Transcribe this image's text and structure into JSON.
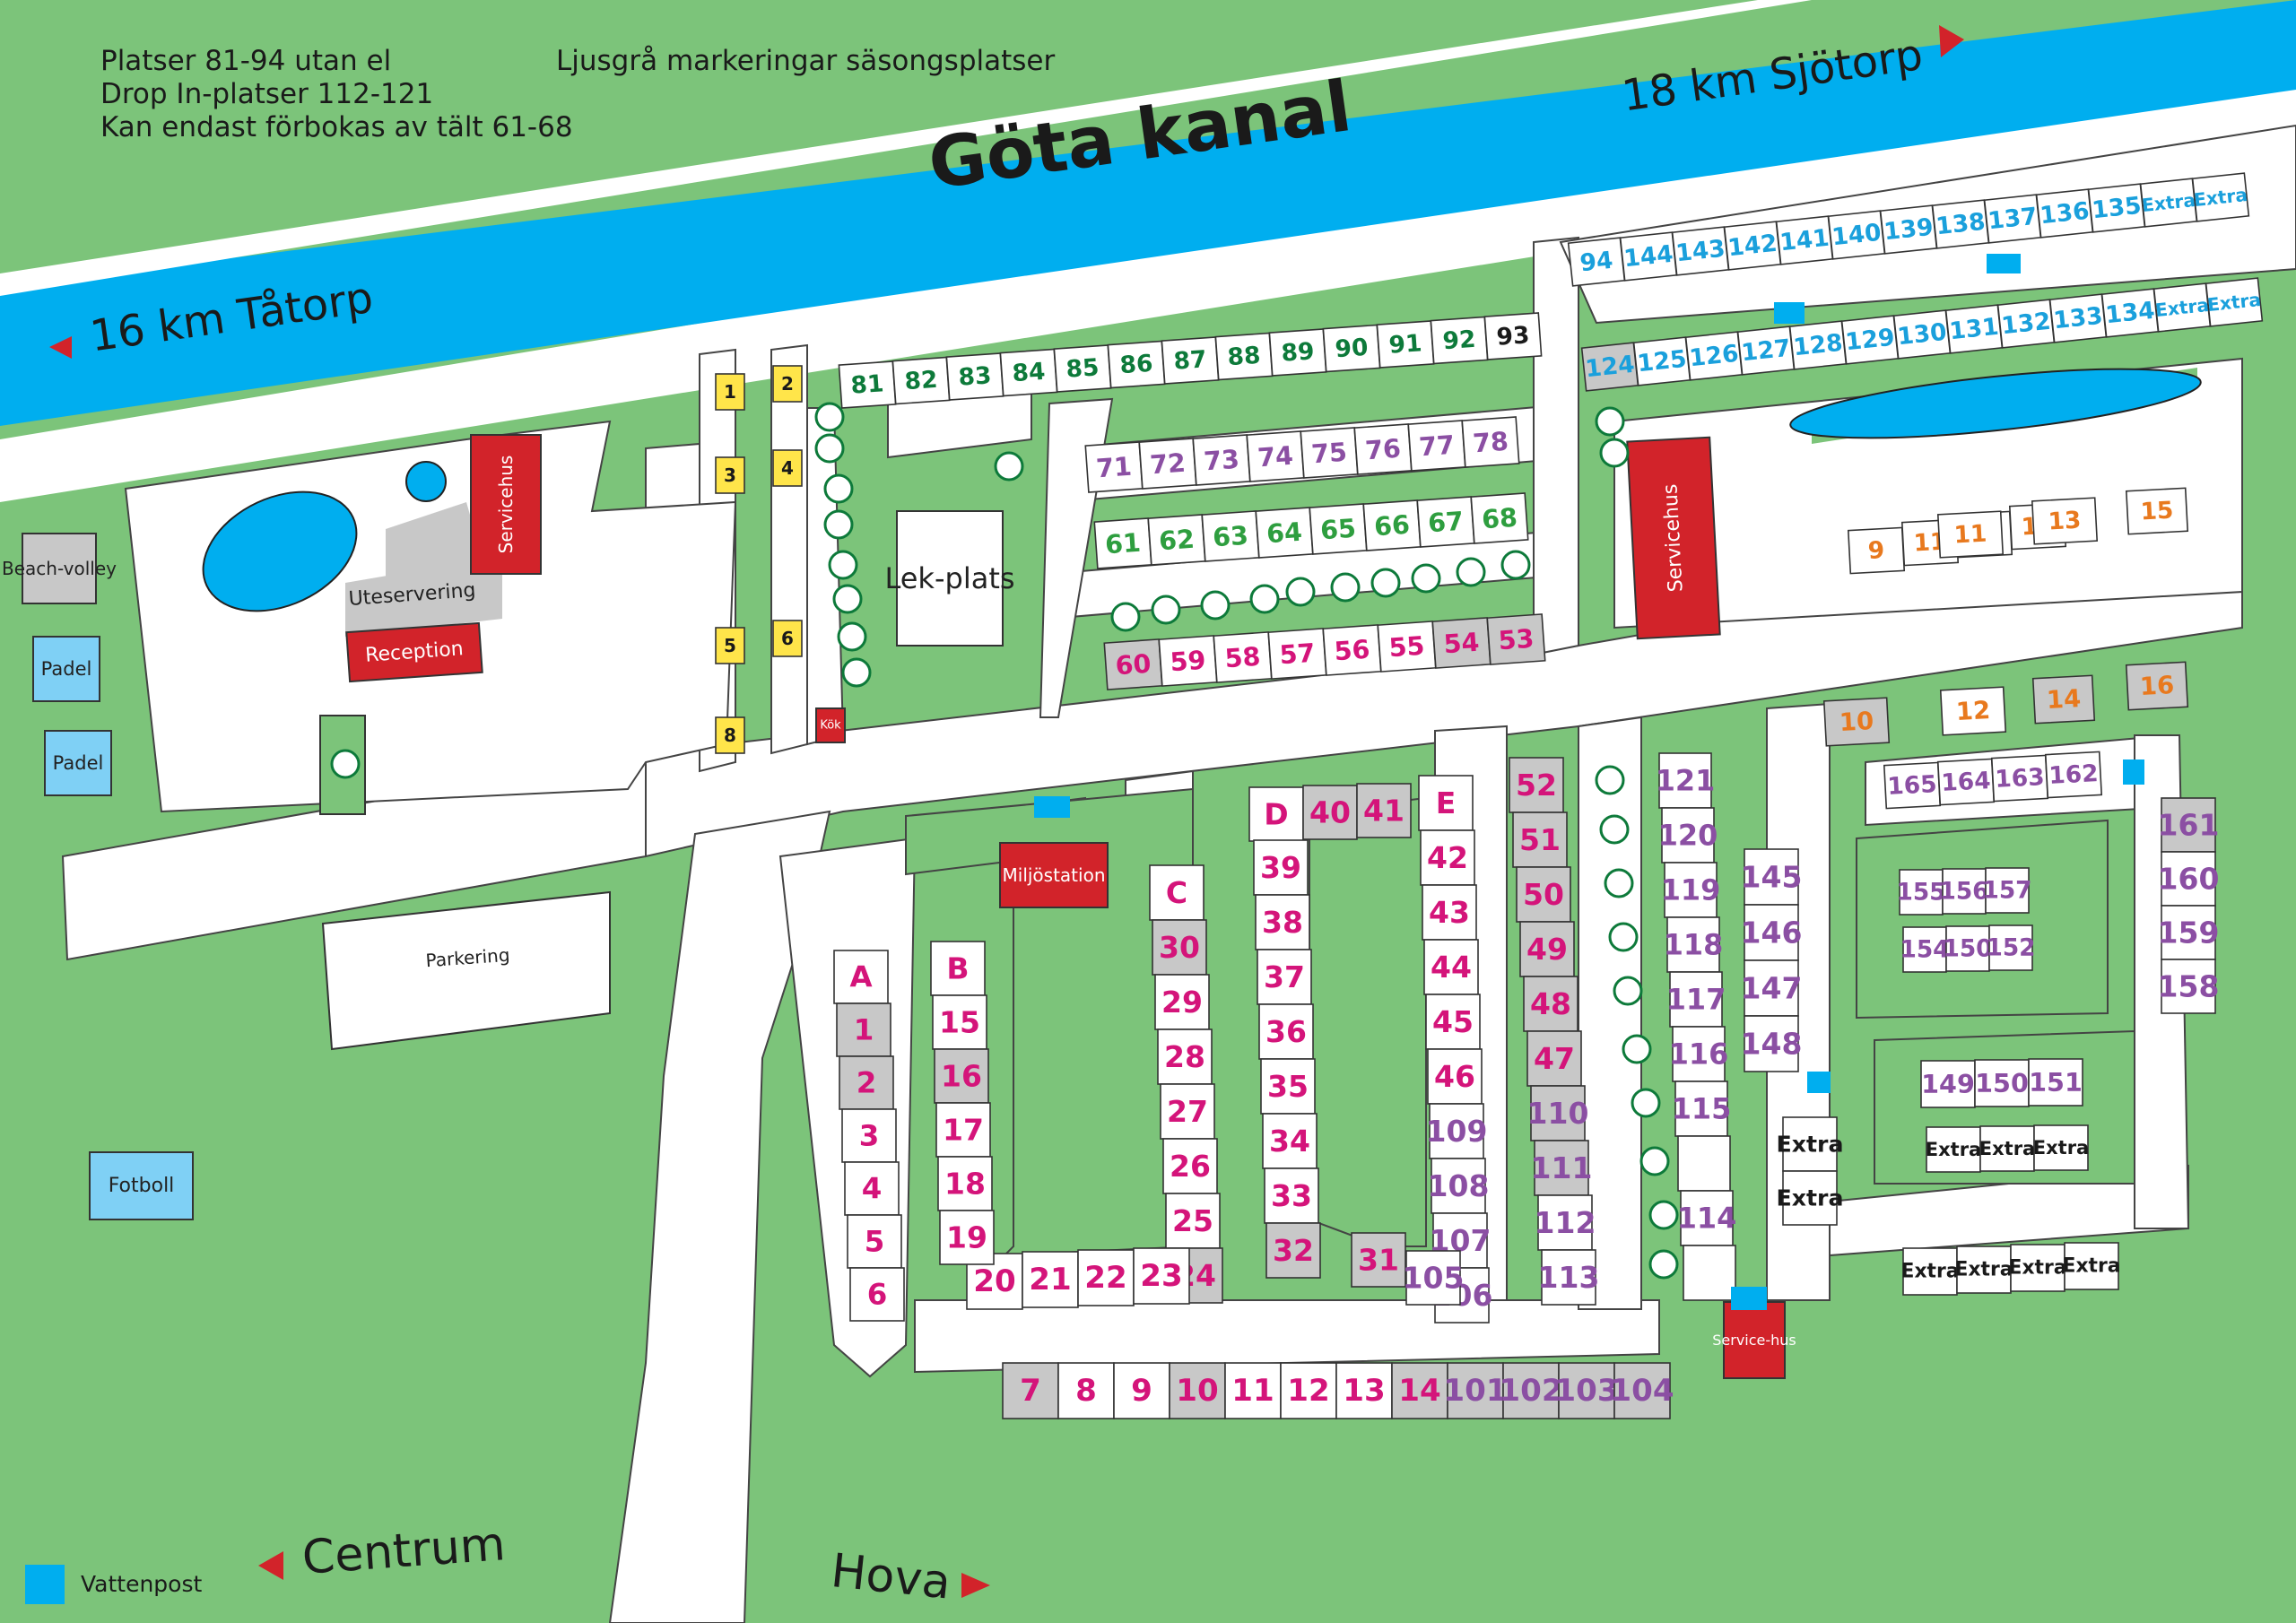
{
  "notes": {
    "line1": "Platser 81-94 utan el",
    "line2": "Drop In-platser 112-121",
    "line3": "Kan endast förbokas av tält 61-68",
    "seasonal": "Ljusgrå markeringar säsongsplatser"
  },
  "canal": {
    "name": "Göta kanal"
  },
  "directions": {
    "sjotorp": "18 km Sjötorp",
    "tatorp": "16 km Tåtorp",
    "centrum": "Centrum",
    "hova": "Hova"
  },
  "legend": {
    "water_post": "Vattenpost"
  },
  "facilities": {
    "reception": "Reception",
    "servicehus": "Servicehus",
    "servicehus_small": "Service-hus",
    "uteservering": "Uteservering",
    "miljostation": "Miljöstation",
    "parkering": "Parkering",
    "lekplats": "Lek-plats",
    "kok": "Kök",
    "beachvolley": "Beach-volley",
    "padel": "Padel",
    "fotboll": "Fotboll"
  },
  "colors": {
    "grass": "#7cc47a",
    "water": "#00aeef",
    "road": "#ffffff",
    "service_red": "#d2232a",
    "seasonal_gray": "#c8c8c8",
    "cabin_yellow": "#ffe54a",
    "court_blue": "#7fd0f5",
    "pink": "#d4147a",
    "dark_green": "#0d7a3a",
    "green": "#2e9e3f",
    "purple": "#8b4fa3",
    "blue": "#1aa0dc",
    "orange": "#e8791e",
    "black": "#1a1a1a"
  },
  "sites": {
    "row_81_93": [
      "81",
      "82",
      "83",
      "84",
      "85",
      "86",
      "87",
      "88",
      "89",
      "90",
      "91",
      "92",
      "93"
    ],
    "row_71_78": [
      "71",
      "72",
      "73",
      "74",
      "75",
      "76",
      "77",
      "78"
    ],
    "row_61_68": [
      "61",
      "62",
      "63",
      "64",
      "65",
      "66",
      "67",
      "68"
    ],
    "row_53_60": [
      "60",
      "59",
      "58",
      "57",
      "56",
      "55",
      "54",
      "53"
    ],
    "row_94_135": [
      "94",
      "144",
      "143",
      "142",
      "141",
      "140",
      "139",
      "138",
      "137",
      "136",
      "135",
      "Extra",
      "Extra"
    ],
    "row_124_134": [
      "124",
      "125",
      "126",
      "127",
      "128",
      "129",
      "130",
      "131",
      "132",
      "133",
      "134",
      "Extra",
      "Extra"
    ],
    "row_9_15": [
      "9",
      "11",
      "13",
      "15"
    ],
    "row_10_16": [
      "10",
      "12",
      "14",
      "16"
    ],
    "row_162_165": [
      "165",
      "164",
      "163",
      "162"
    ],
    "col_158_161": [
      "161",
      "160",
      "159",
      "158"
    ],
    "grid_152_157_top": [
      "155",
      "156",
      "157"
    ],
    "grid_152_157_bottom": [
      "154",
      "150",
      "152"
    ],
    "row_149_151": [
      "149",
      "150",
      "151"
    ],
    "row_extra_mid": [
      "Extra",
      "Extra",
      "Extra"
    ],
    "row_extra_bottom": [
      "Extra",
      "Extra",
      "Extra",
      "Extra"
    ],
    "col_145_148": [
      "145",
      "146",
      "147",
      "148"
    ],
    "col_extra_left": [
      "Extra",
      "Extra"
    ],
    "col_113_121": [
      "121",
      "120",
      "119",
      "118",
      "117",
      "116",
      "115",
      "",
      "114",
      ""
    ],
    "col_47_52": [
      "52",
      "51",
      "50",
      "49",
      "48",
      "47",
      "110",
      "111",
      "112",
      "113"
    ],
    "col_E": [
      "E",
      "42",
      "43",
      "44",
      "45",
      "46",
      "109",
      "108",
      "107",
      "106"
    ],
    "row_D_top": [
      "D",
      "40",
      "41"
    ],
    "col_D": [
      "39",
      "38",
      "37",
      "36",
      "35",
      "34",
      "33",
      "32"
    ],
    "slant_31_105": [
      "31",
      "105"
    ],
    "col_C": [
      "C",
      "30",
      "29",
      "28",
      "27",
      "26",
      "25",
      "24"
    ],
    "row_bottom_20_23": [
      "20",
      "21",
      "22",
      "23"
    ],
    "col_B": [
      "B",
      "15",
      "16",
      "17",
      "18",
      "19"
    ],
    "col_A": [
      "A",
      "1",
      "2",
      "3",
      "4",
      "5",
      "6"
    ],
    "row_bottom_7_104": [
      "7",
      "8",
      "9",
      "10",
      "11",
      "12",
      "13",
      "14",
      "101",
      "102",
      "103",
      "104"
    ],
    "cabins_left": [
      "1",
      "3",
      "5",
      "8"
    ],
    "cabins_right": [
      "2",
      "4",
      "6"
    ]
  }
}
